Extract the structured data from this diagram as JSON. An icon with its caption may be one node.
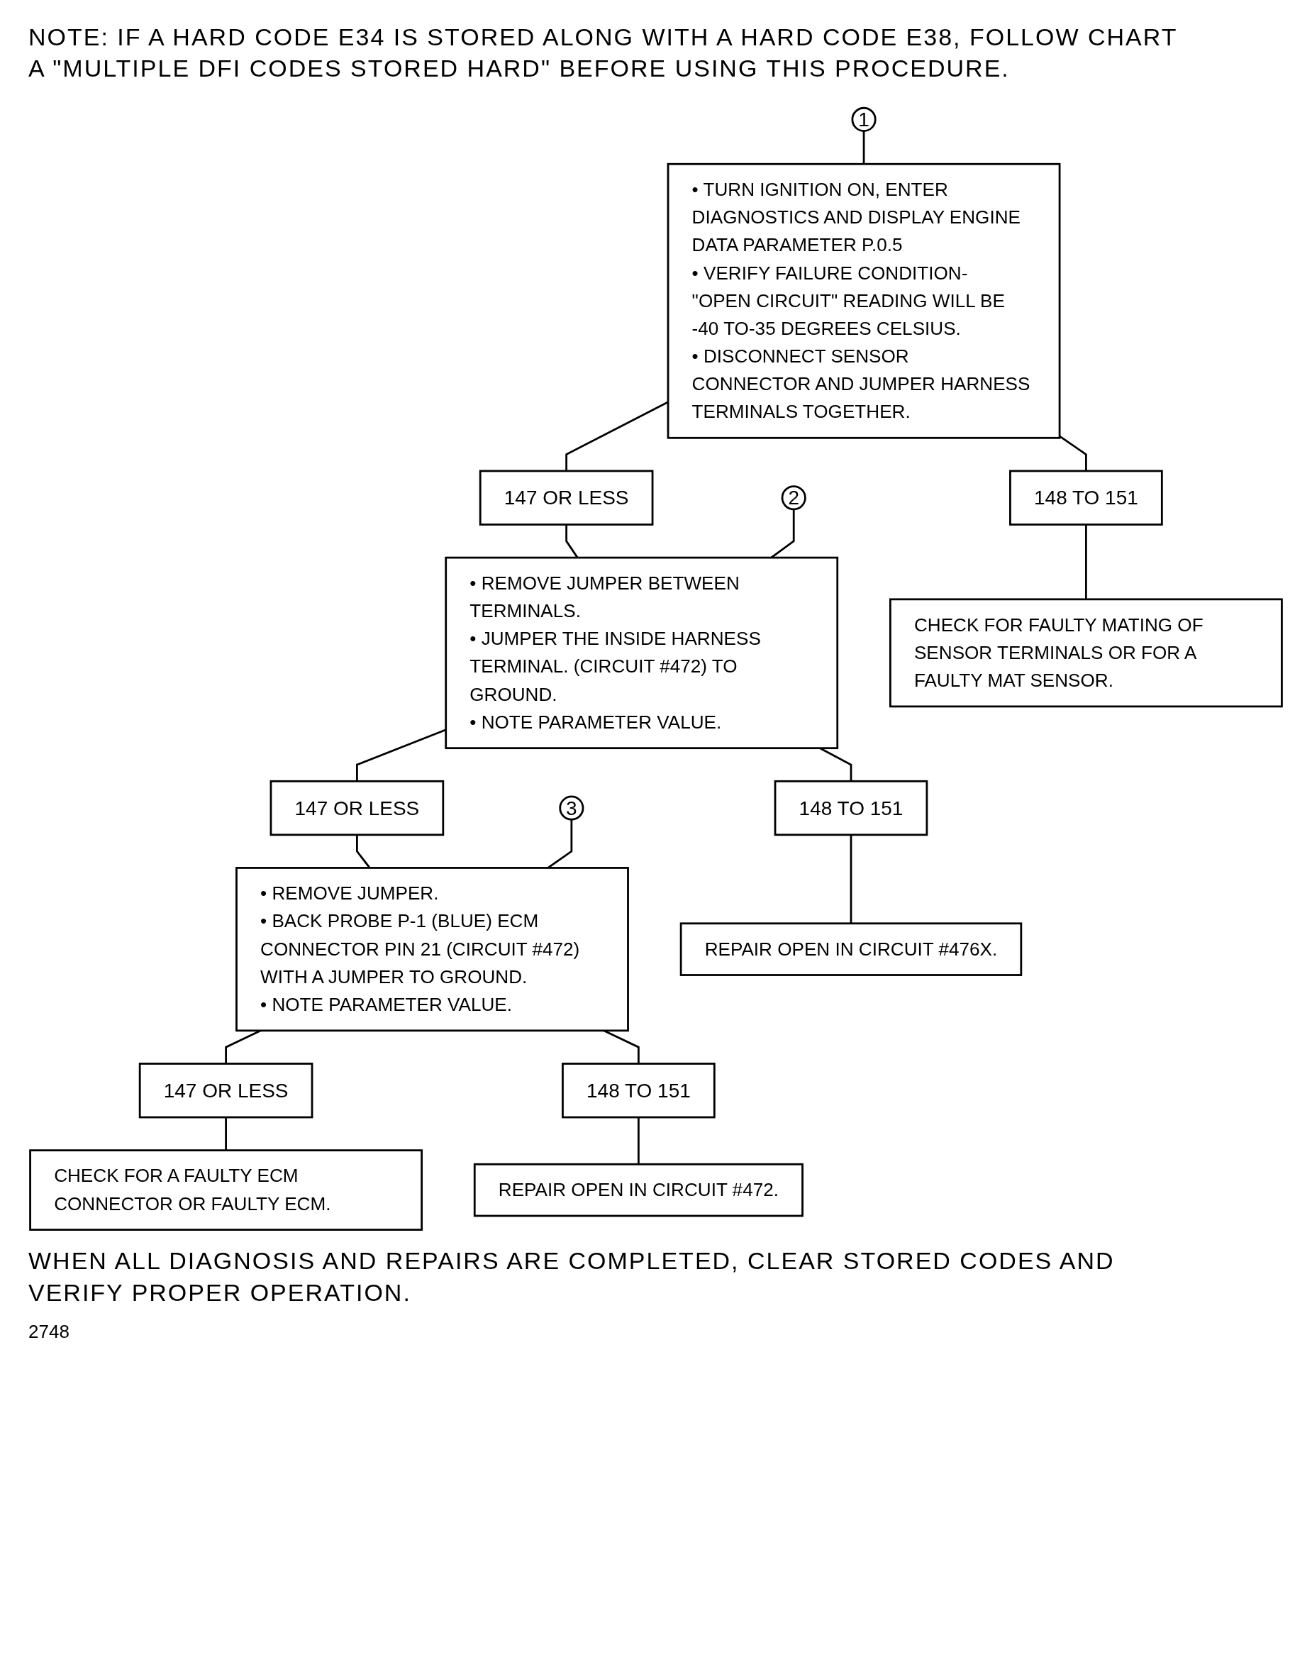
{
  "diagram": {
    "nodes": [
      {
        "text": [
          "1"
        ]
      },
      {
        "text": [
          "• TURN IGNITION ON, ENTER DIAGNOSTICS AND DISPLAY ENGINE DATA PARAMETER P.0.5",
          "• VERIFY FAILURE CONDITION- \"OPEN CIRCUIT\" READING WILL BE -40 TO-35 DEGREES CELSIUS.",
          "• DISCONNECT SENSOR CONNECTOR AND JUMPER HARNESS TERMINALS TOGETHER."
        ]
      },
      {
        "text": [
          "147 OR LESS"
        ]
      },
      {
        "text": [
          "148 TO 151"
        ]
      },
      {
        "text": [
          "• REMOVE JUMPER BETWEEN TERMINALS.",
          "• JUMPER THE INSIDE HARNESS TERMINAL. (CIRCUIT #472) TO GROUND.",
          "• NOTE PARAMETER VALUE."
        ]
      },
      {
        "text": [
          "2"
        ]
      },
      {
        "text": [
          "CHECK FOR FAULTY MATING OF SENSOR TERMINALS OR FOR A FAULTY MAT SENSOR."
        ]
      },
      {
        "text": [
          "147 OR LESS"
        ]
      },
      {
        "text": [
          "148 TO 151"
        ]
      },
      {
        "text": [
          "• REMOVE JUMPER.",
          "• BACK PROBE P-1 (BLUE) ECM CONNECTOR PIN 21 (CIRCUIT #472) WITH A JUMPER TO GROUND.",
          "• NOTE PARAMETER VALUE."
        ]
      },
      {
        "text": [
          "3"
        ]
      },
      {
        "text": [
          "REPAIR OPEN IN CIRCUIT #476X."
        ]
      },
      {
        "text": [
          "147 OR LESS"
        ]
      },
      {
        "text": [
          "148 TO 151"
        ]
      },
      {
        "text": [
          "CHECK FOR A FAULTY ECM CONNECTOR OR FAULTY ECM."
        ]
      },
      {
        "text": [
          "REPAIR OPEN IN CIRCUIT #472."
        ]
      }
    ],
    "edges": [
      {
        "from": 0,
        "to": 1,
        "arrow": "none"
      },
      {
        "from": 1,
        "to": 2,
        "arrow": "none"
      },
      {
        "from": 1,
        "to": 3,
        "arrow": "none"
      },
      {
        "from": 2,
        "to": 4,
        "arrow": "none"
      },
      {
        "from": 3,
        "to": 6,
        "arrow": "none"
      },
      {
        "from": 5,
        "to": 4,
        "arrow": "none"
      },
      {
        "from": 4,
        "to": 7,
        "arrow": "none"
      },
      {
        "from": 4,
        "to": 8,
        "arrow": "none"
      },
      {
        "from": 7,
        "to": 9,
        "arrow": "none"
      },
      {
        "from": 8,
        "to": 11,
        "arrow": "none"
      },
      {
        "from": 10,
        "to": 9,
        "arrow": "none"
      },
      {
        "from": 9,
        "to": 12,
        "arrow": "none"
      },
      {
        "from": 9,
        "to": 13,
        "arrow": "none"
      },
      {
        "from": 12,
        "to": 14,
        "arrow": "none"
      },
      {
        "from": 13,
        "to": 15,
        "arrow": "none"
      }
    ],
    "labels": [
      "NOTE: IF A HARD CODE E34 IS STORED ALONG WITH A HARD CODE E38, FOLLOW CHART A \"MULTIPLE DFI CODES STORED HARD\" BEFORE USING THIS PROCEDURE.",
      "WHEN ALL DIAGNOSIS AND REPAIRS ARE COMPLETED, CLEAR STORED CODES AND VERIFY PROPER OPERATION.",
      "2748"
    ]
  }
}
